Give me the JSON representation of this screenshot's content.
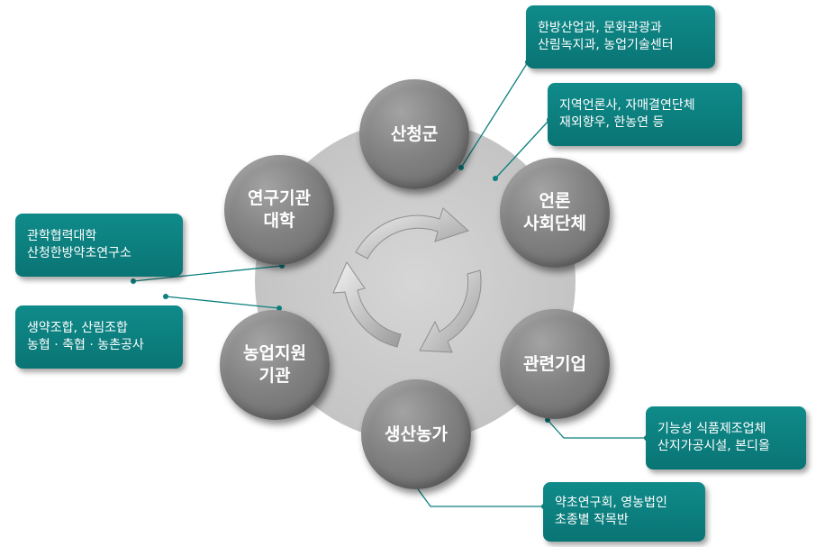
{
  "nodes": {
    "center": "산청군",
    "media": [
      "언론",
      "사회단체"
    ],
    "companies": "관련기업",
    "farmers": "생산농가",
    "support": [
      "농업지원",
      "기관"
    ],
    "research": [
      "연구기관",
      "대학"
    ]
  },
  "callouts": {
    "county": [
      "한방산업과, 문화관광과",
      "산림녹지과, 농업기술센터"
    ],
    "media": [
      "지역언론사, 자매결연단체",
      "재외향우, 한농연 등"
    ],
    "companies": [
      "기능성 식품제조업체",
      "산지가공시설, 본디올"
    ],
    "farmers": [
      "약초연구회, 영농법인",
      "초종별 작목반"
    ],
    "research": [
      "관학협력대학",
      "산청한방약초연구소"
    ],
    "support": [
      "생약조합, 산림조합",
      "농협 · 축협 · 농촌공사"
    ]
  },
  "colors": {
    "callout_teal": "#0c7f7e",
    "node_gray": "#808080",
    "ring_gray": "#c9c9c9",
    "leader_line": "#0c7f7e"
  }
}
